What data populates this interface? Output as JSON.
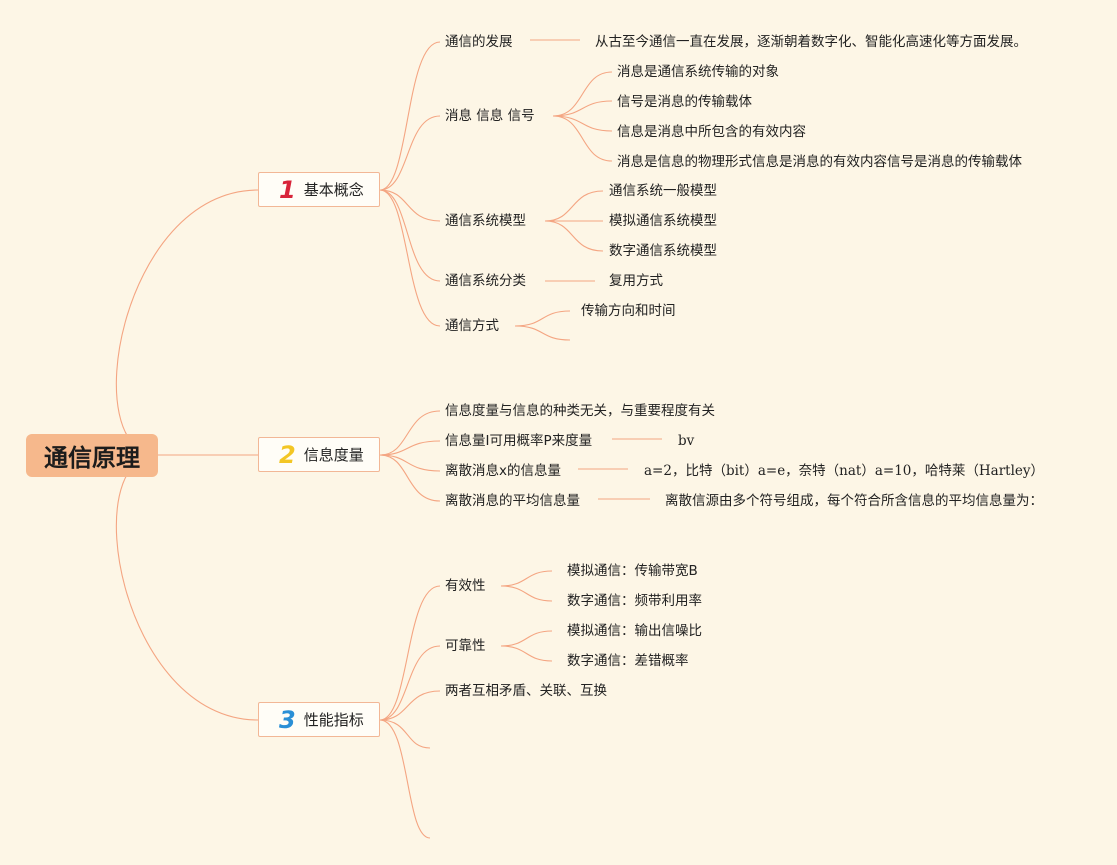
{
  "root": {
    "label": "通信原理"
  },
  "branches": [
    {
      "number": "1",
      "label": "基本概念",
      "number_color": "#d8243a",
      "children": [
        {
          "label": "通信的发展",
          "children": [
            "从古至今通信一直在发展，逐渐朝着数字化、智能化高速化等方面发展。"
          ]
        },
        {
          "label": "消息 信息 信号",
          "children": [
            "消息是通信系统传输的对象",
            "信号是消息的传输载体",
            "信息是消息中所包含的有效内容",
            "消息是信息的物理形式信息是消息的有效内容信号是消息的传输载体"
          ]
        },
        {
          "label": "通信系统模型",
          "children": [
            "通信系统一般模型",
            "模拟通信系统模型",
            "数字通信系统模型"
          ]
        },
        {
          "label": "通信系统分类",
          "children": [
            "复用方式"
          ]
        },
        {
          "label": "通信方式",
          "children": [
            "传输方向和时间"
          ]
        }
      ]
    },
    {
      "number": "2",
      "label": "信息度量",
      "number_color": "#f3c624",
      "children": [
        {
          "label": "信息度量与信息的种类无关，与重要程度有关",
          "children": []
        },
        {
          "label": "信息量I可用概率P来度量",
          "children": [
            "bv"
          ]
        },
        {
          "label": "离散消息x的信息量",
          "children": [
            "a=2，比特（bit）a=e，奈特（nat）a=10，哈特莱（Hartley）"
          ]
        },
        {
          "label": "离散消息的平均信息量",
          "children": [
            "离散信源由多个符号组成，每个符合所含信息的平均信息量为："
          ]
        }
      ]
    },
    {
      "number": "3",
      "label": "性能指标",
      "number_color": "#2a8fd6",
      "children": [
        {
          "label": "有效性",
          "children": [
            "模拟通信：传输带宽B",
            "数字通信：频带利用率"
          ]
        },
        {
          "label": "可靠性",
          "children": [
            "模拟通信：输出信噪比",
            "数字通信：差错概率"
          ]
        },
        {
          "label": "两者互相矛盾、关联、互换",
          "children": []
        }
      ]
    }
  ],
  "colors": {
    "line": "#f4a582",
    "root_fill": "#f6b88c",
    "background": "#fdf6e6"
  }
}
